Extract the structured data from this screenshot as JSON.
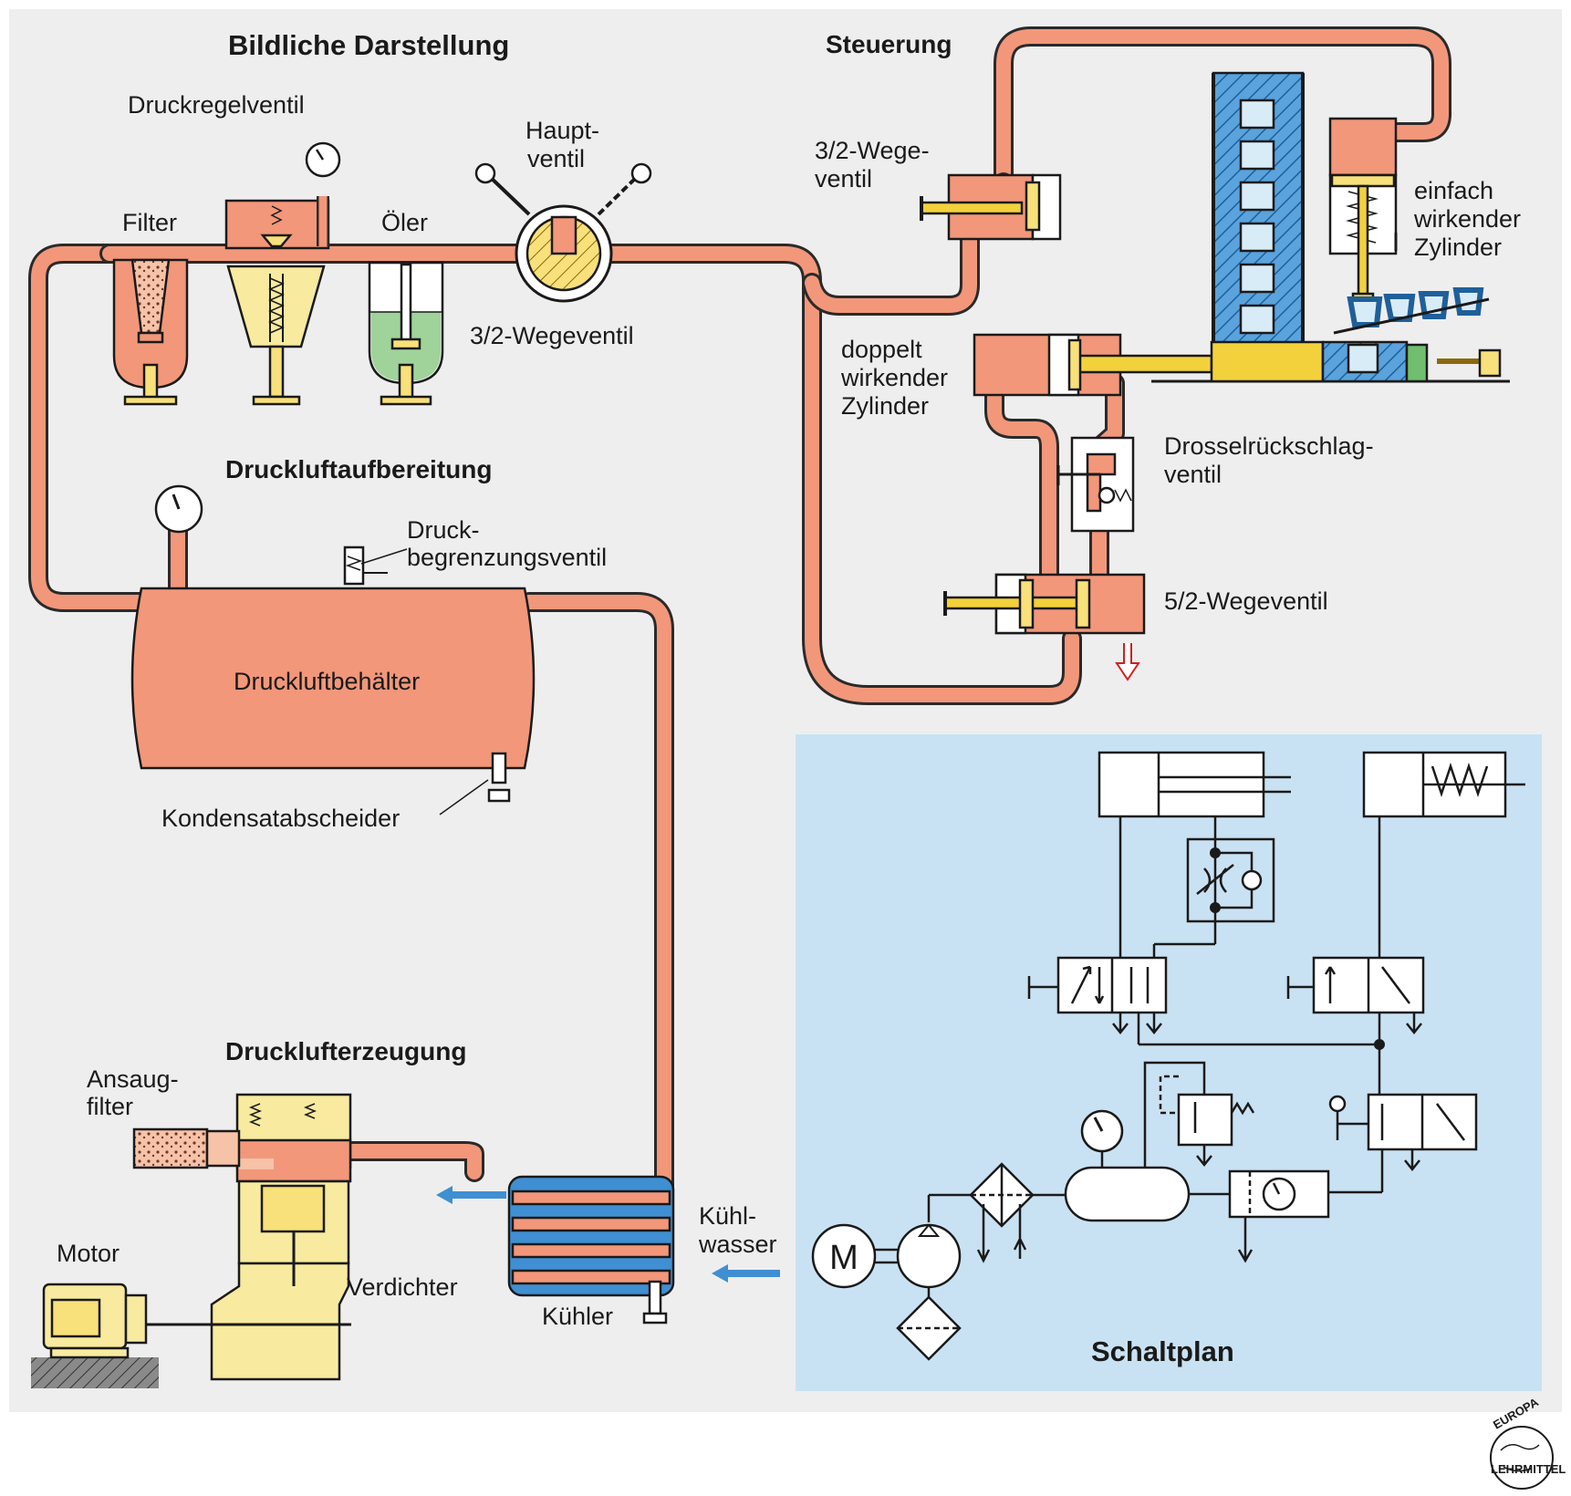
{
  "headers": {
    "main_title": "Bildliche Darstellung",
    "control": "Steuerung",
    "air_treatment": "Druckluftaufbereitung",
    "air_generation": "Drucklufterzeugung",
    "circuit_diagram": "Schaltplan"
  },
  "labels": {
    "pressure_regulator": "Druckregelventil",
    "filter": "Filter",
    "oiler": "Öler",
    "main_valve_1": "Haupt-",
    "main_valve_2": "ventil",
    "valve_32_main": "3/2-Wegeventil",
    "valve_32_ctrl_1": "3/2-Wege-",
    "valve_32_ctrl_2": "ventil",
    "single_cyl_1": "einfach",
    "single_cyl_2": "wirkender",
    "single_cyl_3": "Zylinder",
    "double_cyl_1": "doppelt",
    "double_cyl_2": "wirkender",
    "double_cyl_3": "Zylinder",
    "throttle_check_1": "Drosselrückschlag-",
    "throttle_check_2": "ventil",
    "valve_52": "5/2-Wegeventil",
    "relief_valve_1": "Druck-",
    "relief_valve_2": "begrenzungsventil",
    "tank": "Druckluftbehälter",
    "condensate": "Kondensatabscheider",
    "intake_filter_1": "Ansaug-",
    "intake_filter_2": "filter",
    "motor": "Motor",
    "compressor": "Verdichter",
    "cooler": "Kühler",
    "cooling_water_1": "Kühl-",
    "cooling_water_2": "wasser"
  },
  "schematic": {
    "motor_symbol": "M"
  },
  "logo": {
    "line1": "EUROPA",
    "line2": "LEHRMITTEL"
  },
  "colors": {
    "air": "#f2977a",
    "machine": "#f8ea9e",
    "rod": "#f2d13c",
    "water": "#3f8fd2",
    "oil": "#9fd39a",
    "schematic_bg": "#c9e2f3",
    "panel_bg": "#eeeeee"
  }
}
